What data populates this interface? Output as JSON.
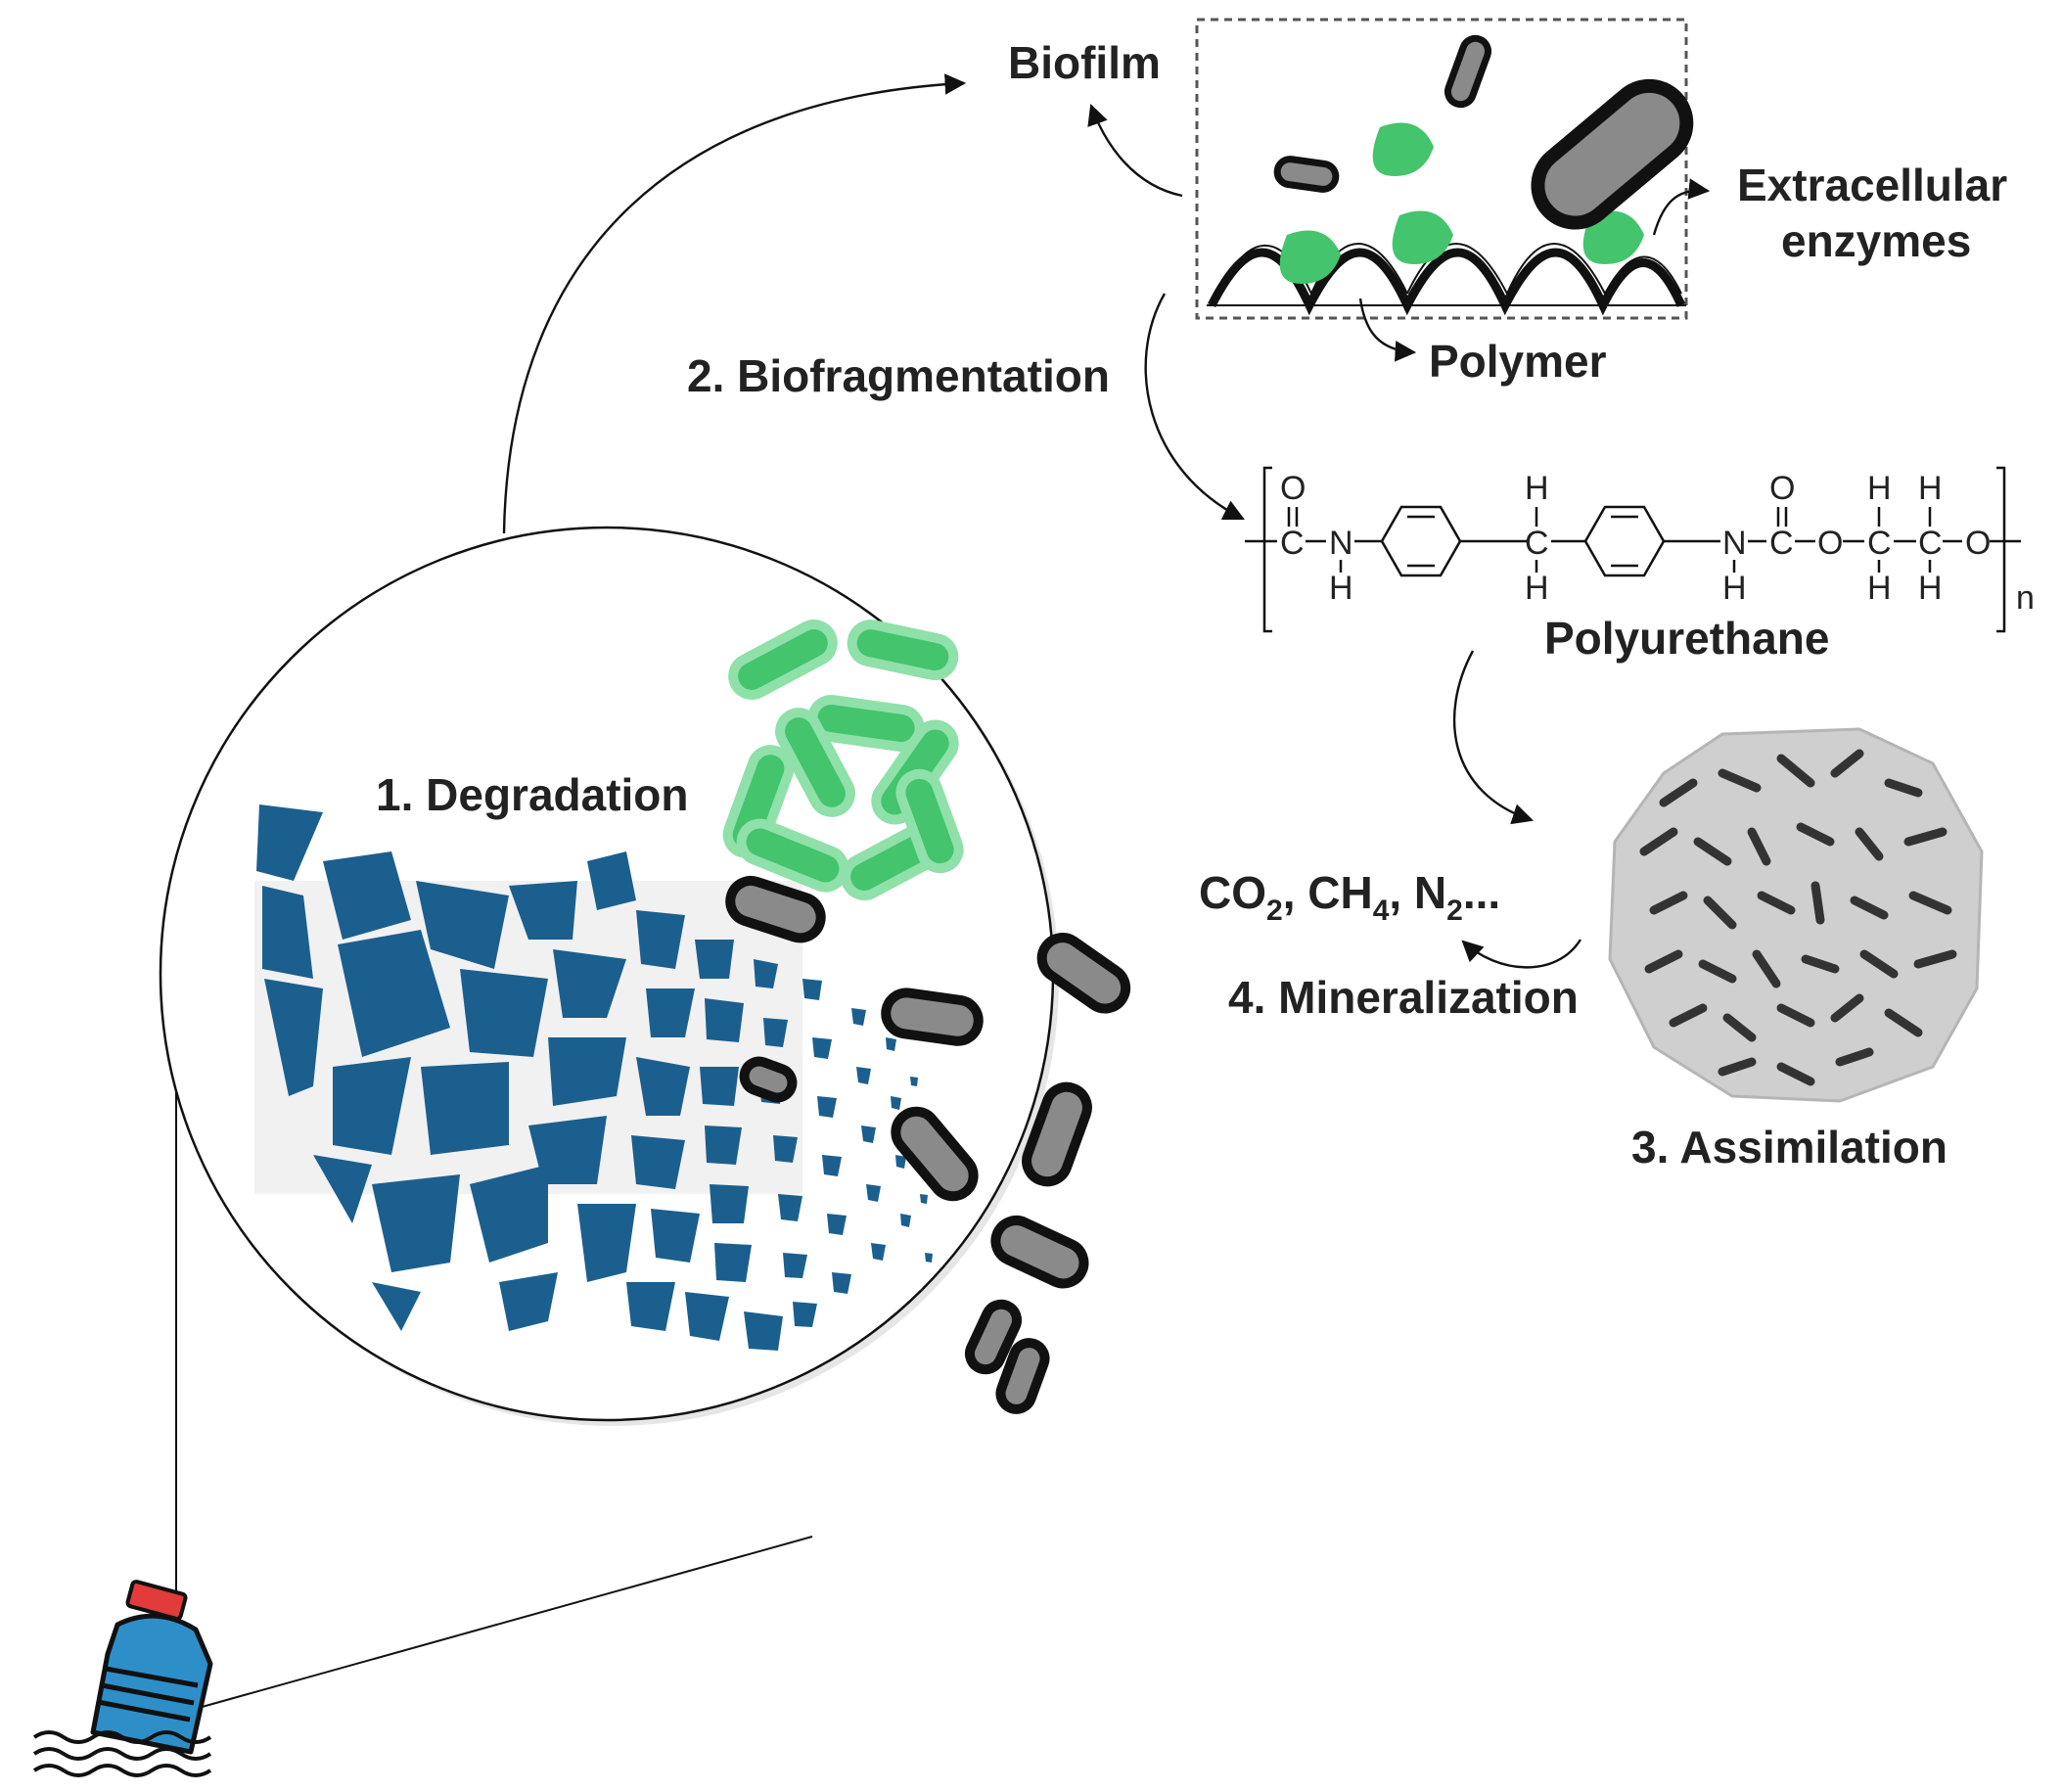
{
  "labels": {
    "biofilm": "Biofilm",
    "extracellular_line1": "Extracellular",
    "extracellular_line2": "enzymes",
    "polymer": "Polymer",
    "biofragmentation": "2. Biofragmentation",
    "polyurethane": "Polyurethane",
    "degradation": "1. Degradation",
    "assimilation": "3. Assimilation",
    "mineralization": "4. Mineralization",
    "gases": {
      "co": "CO",
      "co_sub": "2",
      "ch": ", CH",
      "ch_sub": "4",
      "n": ", N",
      "n_sub": "2",
      "ellipsis": "..."
    }
  },
  "structure": {
    "o": "O",
    "c": "C",
    "n": "N",
    "h": "H",
    "repeat": "n"
  },
  "colors": {
    "fragment_blue": "#1b5f8e",
    "bacteria_green": "#3fbf6a",
    "bacteria_gray": "#8a8a8a",
    "bottle": "#2e8fc8",
    "cap": "#e23b3b"
  }
}
